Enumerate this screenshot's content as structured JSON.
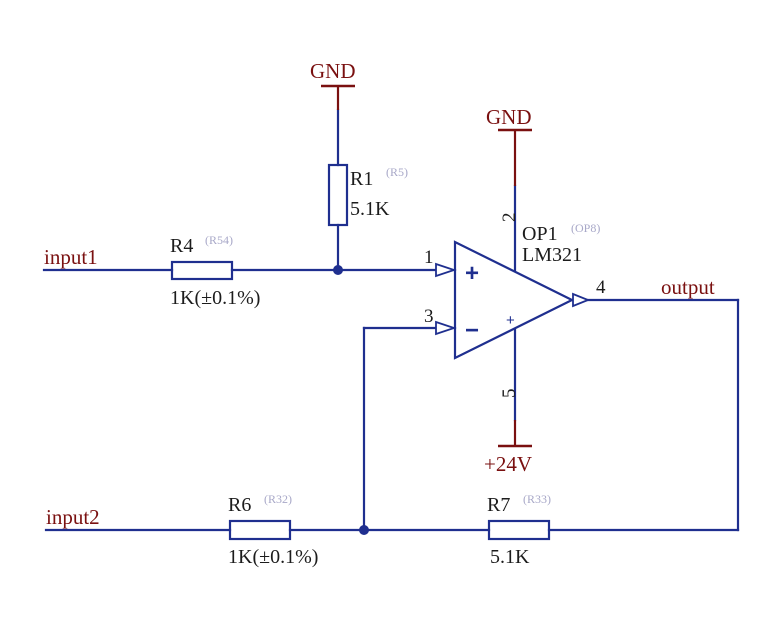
{
  "nets": {
    "input1": "input1",
    "input2": "input2",
    "output": "output"
  },
  "power": {
    "gnd_r1": "GND",
    "gnd_op": "GND",
    "vcc": "+24V"
  },
  "components": {
    "R1": {
      "ref": "R1",
      "alt": "(R5)",
      "value": "5.1K"
    },
    "R4": {
      "ref": "R4",
      "alt": "(R54)",
      "value": "1K(±0.1%)"
    },
    "R6": {
      "ref": "R6",
      "alt": "(R32)",
      "value": "1K(±0.1%)"
    },
    "R7": {
      "ref": "R7",
      "alt": "(R33)",
      "value": "5.1K"
    },
    "OP1": {
      "ref": "OP1",
      "alt": "(OP8)",
      "value": "LM321"
    }
  },
  "pins": {
    "p1": "1",
    "p2": "2",
    "p3": "3",
    "p4": "4",
    "p5": "5"
  },
  "signs": {
    "plus": "+",
    "minus": "−",
    "plus_small": "+"
  },
  "colors": {
    "wire": "#1f2f8f",
    "power": "#7a1010",
    "text": "#1c1c1c",
    "alt_text": "#a8a8c8"
  }
}
